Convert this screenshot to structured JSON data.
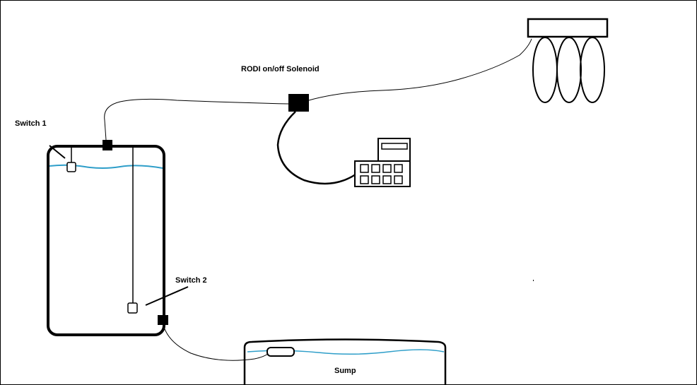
{
  "labels": {
    "switch1": "Switch 1",
    "switch2": "Switch 2",
    "solenoid": "RODI  on/off Solenoid",
    "sump": "Sump"
  },
  "colors": {
    "line": "#000000",
    "water": "#2e9ec9",
    "background": "#ffffff"
  },
  "icons": {
    "controller": "controller-keypad-icon",
    "rodi_unit": "rodi-filter-canisters-icon"
  }
}
